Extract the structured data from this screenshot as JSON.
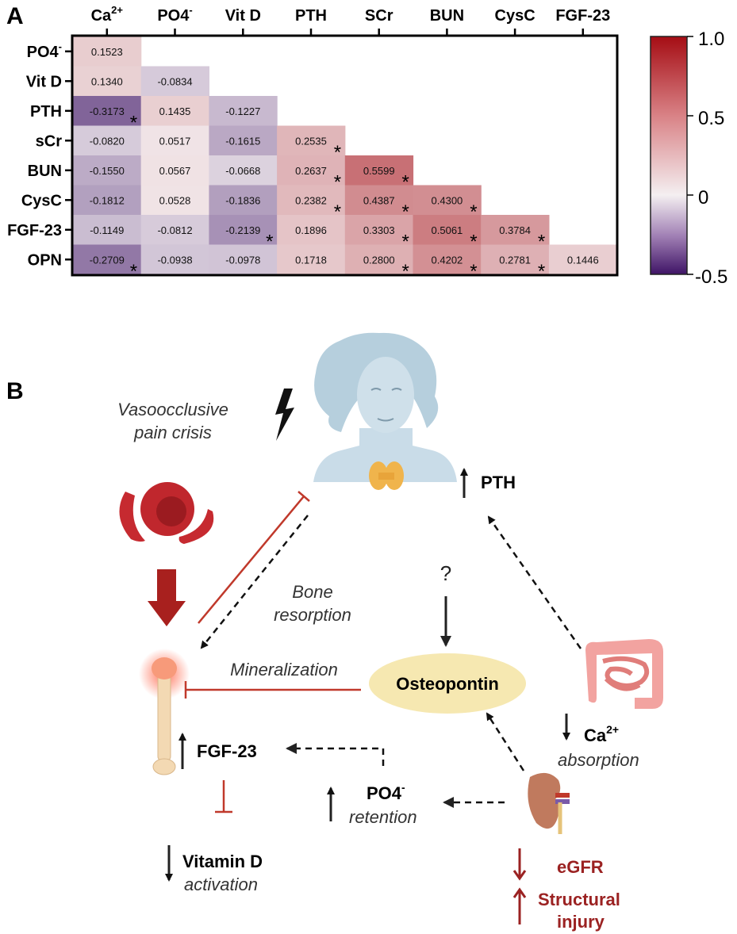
{
  "panel_a": {
    "letter": "A",
    "columns": [
      "Ca",
      "PO4",
      "Vit D",
      "PTH",
      "SCr",
      "BUN",
      "CysC",
      "FGF-23"
    ],
    "col_sup": [
      "2+",
      "-",
      "",
      "",
      "",
      "",
      "",
      ""
    ],
    "rows": [
      "PO4",
      "Vit D",
      "PTH",
      "sCr",
      "BUN",
      "CysC",
      "FGF-23",
      "OPN"
    ],
    "row_sup": [
      "-",
      "",
      "",
      "",
      "",
      "",
      "",
      ""
    ],
    "colorbar": {
      "ticks": [
        "1.0",
        "0.5",
        "0",
        "-0.5"
      ],
      "min": -0.5,
      "max": 1.0,
      "colors": {
        "high": "#a50d14",
        "mid": "#f4eff1",
        "low": "#3f1466"
      }
    },
    "sig_marker": "*"
  },
  "chart_data": {
    "type": "heatmap",
    "title": "",
    "x_categories": [
      "Ca2+",
      "PO4-",
      "Vit D",
      "PTH",
      "SCr",
      "BUN",
      "CysC",
      "FGF-23"
    ],
    "y_categories": [
      "PO4-",
      "Vit D",
      "PTH",
      "sCr",
      "BUN",
      "CysC",
      "FGF-23",
      "OPN"
    ],
    "values": [
      [
        "0.1523",
        null,
        null,
        null,
        null,
        null,
        null,
        null
      ],
      [
        "0.1340",
        "-0.0834",
        null,
        null,
        null,
        null,
        null,
        null
      ],
      [
        "-0.3173",
        "0.1435",
        "-0.1227",
        null,
        null,
        null,
        null,
        null
      ],
      [
        "-0.0820",
        "0.0517",
        "-0.1615",
        "0.2535",
        null,
        null,
        null,
        null
      ],
      [
        "-0.1550",
        "0.0567",
        "-0.0668",
        "0.2637",
        "0.5599",
        null,
        null,
        null
      ],
      [
        "-0.1812",
        "0.0528",
        "-0.1836",
        "0.2382",
        "0.4387",
        "0.4300",
        null,
        null
      ],
      [
        "-0.1149",
        "-0.0812",
        "-0.2139",
        "0.1896",
        "0.3303",
        "0.5061",
        "0.3784",
        null
      ],
      [
        "-0.2709",
        "-0.0938",
        "-0.0978",
        "0.1718",
        "0.2800",
        "0.4202",
        "0.2781",
        "0.1446"
      ]
    ],
    "significant": [
      [
        false,
        false,
        false,
        false,
        false,
        false,
        false,
        false
      ],
      [
        false,
        false,
        false,
        false,
        false,
        false,
        false,
        false
      ],
      [
        true,
        false,
        false,
        false,
        false,
        false,
        false,
        false
      ],
      [
        false,
        false,
        false,
        true,
        false,
        false,
        false,
        false
      ],
      [
        false,
        false,
        false,
        true,
        true,
        false,
        false,
        false
      ],
      [
        false,
        false,
        false,
        true,
        true,
        true,
        false,
        false
      ],
      [
        false,
        false,
        true,
        false,
        true,
        true,
        true,
        false
      ],
      [
        true,
        false,
        false,
        false,
        true,
        true,
        true,
        false
      ]
    ],
    "zlim": [
      -0.5,
      1.0
    ]
  },
  "panel_b": {
    "letter": "B",
    "vaso_line1": "Vasoocclusive",
    "vaso_line2": "pain crisis",
    "pth": "PTH",
    "question": "?",
    "bone_line1": "Bone",
    "bone_line2": "resorption",
    "mineralization": "Mineralization",
    "osteopontin": "Osteopontin",
    "fgf23": "FGF-23",
    "ca_label": "Ca",
    "ca_sup": "2+",
    "ca_absorption": "absorption",
    "po4_label": "PO4",
    "po4_sup": "-",
    "po4_retention": "retention",
    "vitd_label": "Vitamin D",
    "vitd_activation": "activation",
    "egfr": "eGFR",
    "struct_line1": "Structural",
    "struct_line2": "injury",
    "colors": {
      "inhibit": "#c0392b",
      "dark_red": "#9b2222",
      "ellipse": "#f6e8b1",
      "figure": "#c5d8e4"
    }
  }
}
